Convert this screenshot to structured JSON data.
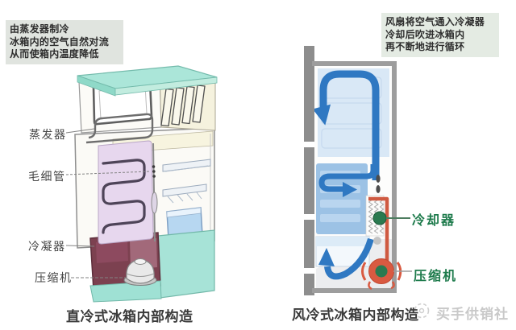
{
  "notes": {
    "direct_cooling": {
      "lines": [
        "由蒸发器制冷",
        "冰箱内的空气自然对流",
        "从而使箱内温度降低"
      ]
    },
    "air_cooling": {
      "lines": [
        "风扇将空气通入冷凝器",
        "冷却后吹进冰箱内",
        "再不断地进行循环"
      ]
    }
  },
  "direct_cooling_diagram": {
    "caption": "直冷式冰箱内部构造",
    "labels": {
      "evaporator": "蒸发器",
      "capillary_tube": "毛细管",
      "condenser": "冷凝器",
      "compressor": "压缩机"
    }
  },
  "air_cooling_diagram": {
    "caption": "风冷式冰箱内部构造",
    "labels": {
      "cooler": "冷却器",
      "compressor": "压缩机"
    }
  },
  "watermark": {
    "text": "买手供销社"
  },
  "colors": {
    "cabinet_teal": "#a9e5d8",
    "evaporator_lavender": "#e7d7ee",
    "machine_room_maroon": "#7c4150",
    "airflow_blue": "#2f78c2",
    "compressor_red": "#d95a41",
    "marker_green": "#2a7a50",
    "label_green": "#1e7b4c",
    "note_bg_left": "#e0e4df",
    "note_bg_right": "#e4ebe3"
  }
}
